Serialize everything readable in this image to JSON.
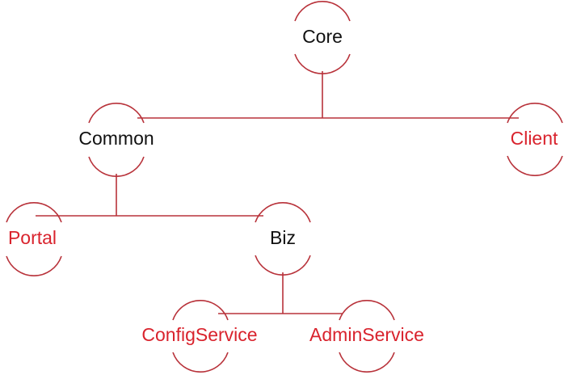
{
  "colors": {
    "line": "#b8323a",
    "primary_text": "#111111",
    "leaf_text": "#d9232d"
  },
  "nodes": {
    "core": {
      "label": "Core",
      "kind": "primary"
    },
    "common": {
      "label": "Common",
      "kind": "primary"
    },
    "client": {
      "label": "Client",
      "kind": "leaf"
    },
    "portal": {
      "label": "Portal",
      "kind": "leaf"
    },
    "biz": {
      "label": "Biz",
      "kind": "primary"
    },
    "configservice": {
      "label": "ConfigService",
      "kind": "leaf"
    },
    "adminservice": {
      "label": "AdminService",
      "kind": "leaf"
    }
  },
  "edges": [
    {
      "from": "core",
      "to": "common"
    },
    {
      "from": "core",
      "to": "client"
    },
    {
      "from": "common",
      "to": "portal"
    },
    {
      "from": "common",
      "to": "biz"
    },
    {
      "from": "biz",
      "to": "configservice"
    },
    {
      "from": "biz",
      "to": "adminservice"
    }
  ]
}
